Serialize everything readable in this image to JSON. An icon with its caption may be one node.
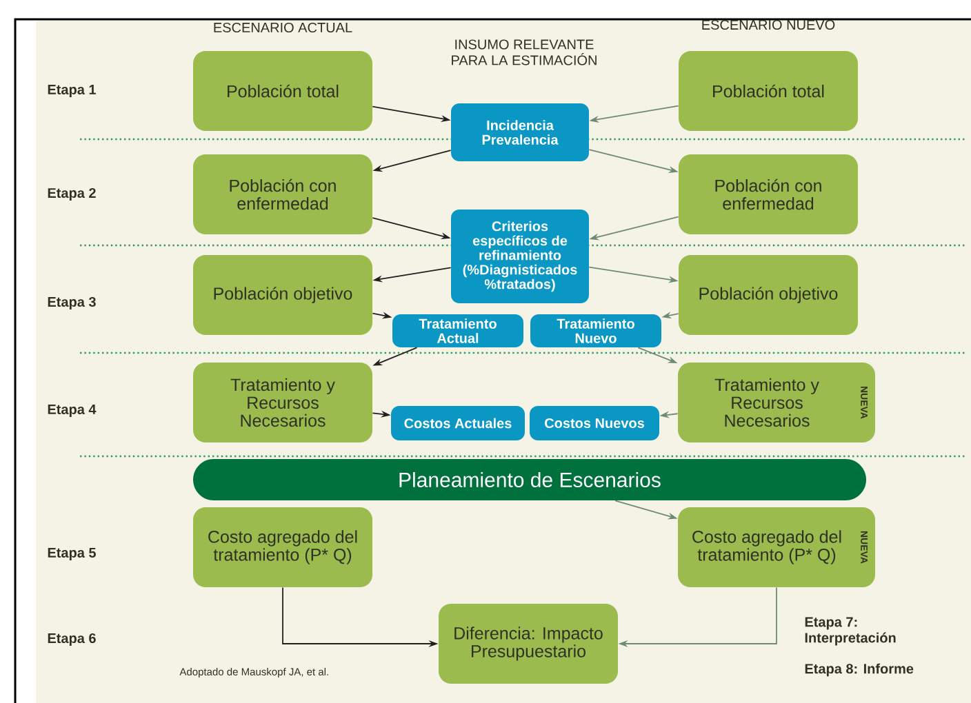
{
  "diagram": {
    "nodes": [
      {
        "text": [
          "Población total"
        ]
      },
      {
        "text": [
          "Incidencia Prevalencia"
        ]
      },
      {
        "text": [
          "Población total"
        ]
      },
      {
        "text": [
          "Población con enfermedad"
        ]
      },
      {
        "text": [
          "Criterios específicos de refinamiento (%Diagnisticados %tratados)"
        ]
      },
      {
        "text": [
          "Población con enfermedad"
        ]
      },
      {
        "text": [
          "Población objetivo"
        ]
      },
      {
        "text": [
          "Población objetivo"
        ]
      },
      {
        "text": [
          "Tratamiento Actual"
        ]
      },
      {
        "text": [
          "Tratamiento Nuevo"
        ]
      },
      {
        "text": [
          "Tratamiento y Recursos Necesarios"
        ]
      },
      {
        "text": [
          "Costos Actuales"
        ]
      },
      {
        "text": [
          "Costos Nuevos"
        ]
      },
      {
        "text": [
          "Tratamiento y Recursos Necesarios",
          "NUEVA"
        ]
      },
      {
        "text": [
          "Planeamiento de Escenarios"
        ]
      },
      {
        "text": [
          "Costo agregado del tratamiento (P* Q)"
        ]
      },
      {
        "text": [
          "Costo agregado del tratamiento (P* Q)",
          "NUEVA"
        ]
      },
      {
        "text": [
          "Diferencia: Impacto Presupuestario"
        ]
      }
    ],
    "edges": [
      {
        "from": 0,
        "to": 1,
        "arrow": "to",
        "color": "#231f20"
      },
      {
        "from": 2,
        "to": 1,
        "arrow": "to"
      },
      {
        "from": 1,
        "to": 3,
        "arrow": "to",
        "color": "#231f20"
      },
      {
        "from": 1,
        "to": 5,
        "arrow": "to"
      },
      {
        "from": 3,
        "to": 4,
        "arrow": "to",
        "color": "#231f20"
      },
      {
        "from": 5,
        "to": 4,
        "arrow": "to"
      },
      {
        "from": 4,
        "to": 6,
        "arrow": "to",
        "color": "#231f20"
      },
      {
        "from": 4,
        "to": 7,
        "arrow": "to"
      },
      {
        "from": 6,
        "to": 8,
        "arrow": "to",
        "color": "#231f20"
      },
      {
        "from": 7,
        "to": 9,
        "arrow": "to"
      },
      {
        "from": 8,
        "to": 10,
        "arrow": "to",
        "color": "#231f20"
      },
      {
        "from": 9,
        "to": 13,
        "arrow": "to"
      },
      {
        "from": 10,
        "to": 11,
        "arrow": "to",
        "color": "#231f20"
      },
      {
        "from": 13,
        "to": 12,
        "arrow": "to"
      },
      {
        "from": 14,
        "to": 16,
        "arrow": "to"
      },
      {
        "from": 15,
        "to": 17,
        "arrow": "to",
        "color": "#231f20"
      },
      {
        "from": 16,
        "to": 17,
        "arrow": "to"
      }
    ],
    "labels": [
      "ESCENARIO ACTUAL",
      "ESCENARIO NUEVO",
      "INSUMO RELEVANTE PARA LA ESTIMACIÓN",
      "Etapa 1",
      "Etapa 2",
      "Etapa 3",
      "Etapa 4",
      "Etapa 5",
      "Etapa 6",
      "Adoptado de Mauskopf JA, et al.",
      "Etapa 7: Interpretación",
      "Etapa 8: Informe"
    ]
  }
}
